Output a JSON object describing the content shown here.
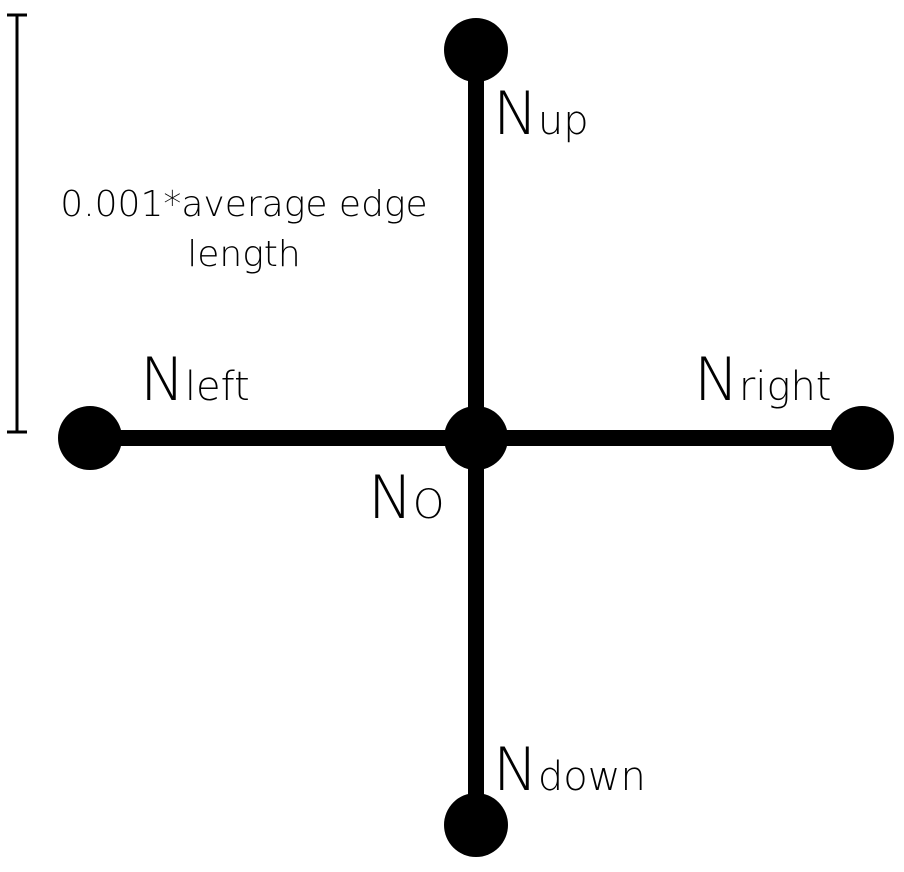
{
  "scale_bar": {
    "label_line1": "0.001*average edge",
    "label_line2": "length"
  },
  "nodes": {
    "up": {
      "main": "N",
      "sub": "up"
    },
    "left": {
      "main": "N",
      "sub": "left"
    },
    "right": {
      "main": "N",
      "sub": "right"
    },
    "origin": {
      "main": "N",
      "sub": "O"
    },
    "down": {
      "main": "N",
      "sub": "down"
    }
  },
  "colors": {
    "stroke": "#000000",
    "background": "#ffffff"
  }
}
